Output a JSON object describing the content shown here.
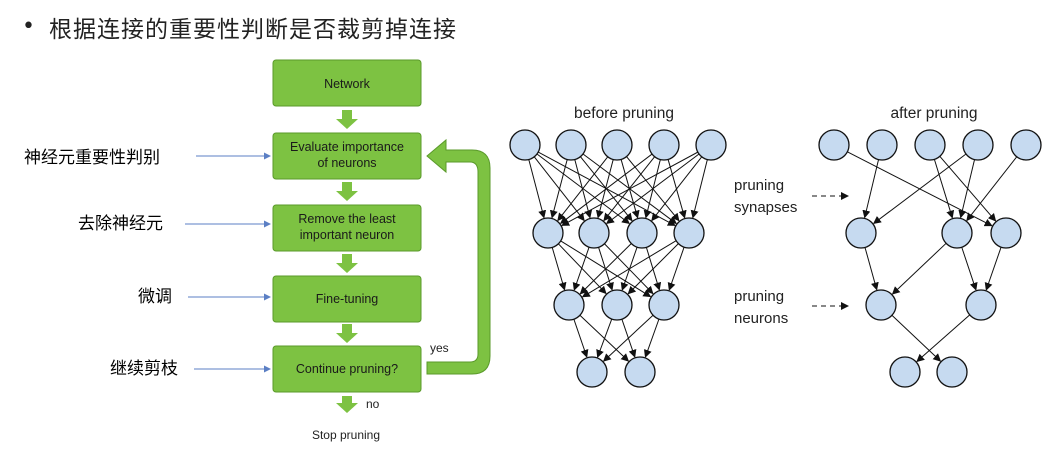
{
  "heading": "根据连接的重要性判断是否裁剪掉连接",
  "bullet": "•",
  "flow": {
    "network": "Network",
    "evaluate": [
      "Evaluate importance",
      "of neurons"
    ],
    "remove": [
      "Remove the least",
      "important neuron"
    ],
    "finetune": "Fine-tuning",
    "continue": "Continue pruning?",
    "yes": "yes",
    "no": "no",
    "stop": "Stop pruning"
  },
  "side_labels": {
    "evaluate": "神经元重要性判别",
    "remove": "去除神经元",
    "finetune": "微调",
    "continue": "继续剪枝"
  },
  "before": {
    "title": "before pruning"
  },
  "after": {
    "title": "after pruning"
  },
  "notes": {
    "synapses": [
      "pruning",
      "synapses"
    ],
    "neurons": [
      "pruning",
      "neurons"
    ]
  },
  "colors": {
    "box": "#7dc242",
    "box_border": "#5a9a2a",
    "neuron": "#c6daf0",
    "neuron_stroke": "#111111"
  }
}
